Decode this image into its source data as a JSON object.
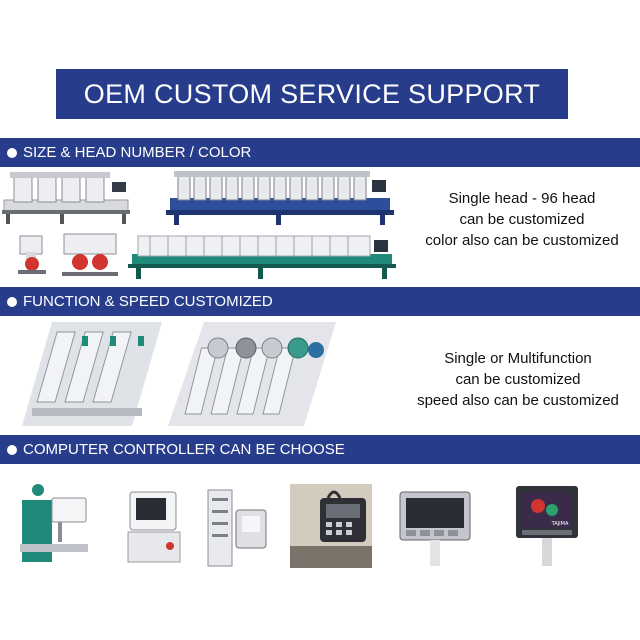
{
  "title": "OEM CUSTOM SERVICE SUPPORT",
  "sections": [
    {
      "heading": "SIZE & HEAD NUMBER / COLOR",
      "lines": [
        "Single head - 96 head",
        "can be customized",
        "color also can be customized"
      ]
    },
    {
      "heading": "FUNCTION & SPEED CUSTOMIZED",
      "lines": [
        "Single or Multifunction",
        "can be customized",
        "speed also can be customized"
      ]
    },
    {
      "heading": "COMPUTER CONTROLLER CAN BE CHOOSE",
      "lines": []
    }
  ],
  "logos": {
    "controller_brand": "TAJIMA"
  },
  "colors": {
    "banner": "#283c8c",
    "machine_blue": "#2d4e9b",
    "machine_green": "#1f8a7a",
    "accent_red": "#d2342f"
  }
}
